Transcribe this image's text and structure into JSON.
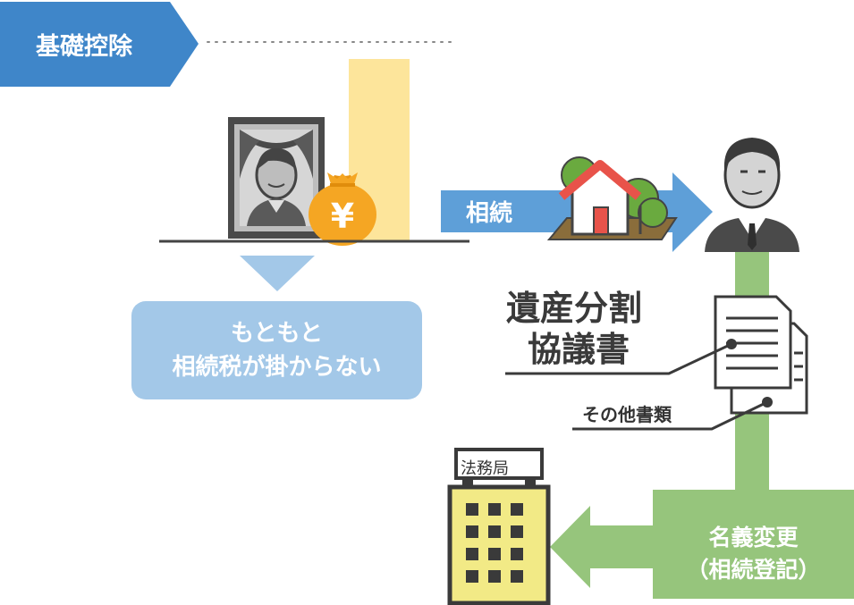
{
  "header": {
    "title": "基礎控除"
  },
  "inheritance_arrow": {
    "label": "相続"
  },
  "no_tax_note": {
    "line1": "もともと",
    "line2": "相続税が掛からない"
  },
  "documents": {
    "title_line1": "遺産分割",
    "title_line2": "協議書",
    "other_label": "その他書類"
  },
  "registry_office": {
    "sign": "法務局"
  },
  "name_change": {
    "line1": "名義変更",
    "line2": "（相続登記）"
  },
  "money_bag": {
    "symbol": "¥"
  },
  "colors": {
    "header_blue": "#3f86c9",
    "arrow_blue": "#5e9fd8",
    "note_bg": "#a3c8e8",
    "threshold_bar": "#fde59b",
    "green": "#96c57c",
    "building_yellow": "#f2ea86",
    "bag_orange": "#f5a623",
    "roof_red": "#e8534a"
  }
}
